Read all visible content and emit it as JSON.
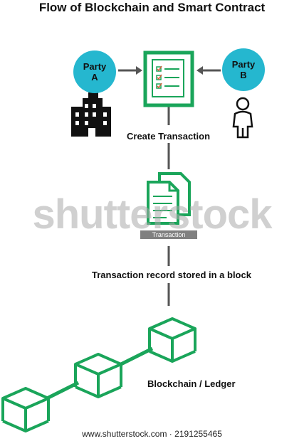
{
  "title": "Flow of Blockchain and Smart Contract",
  "party_a": {
    "line1": "Party",
    "line2": "A",
    "icon": "building-icon"
  },
  "party_b": {
    "line1": "Party",
    "line2": "B",
    "icon": "person-icon"
  },
  "steps": {
    "create": "Create Transaction",
    "stored": "Transaction record stored in a block",
    "ledger": "Blockchain / Ledger"
  },
  "transaction_tag": "Transaction",
  "watermark": "shutterstock",
  "footer": "www.shutterstock.com · 2191255465",
  "colors": {
    "green": "#1aa55a",
    "cyan": "#25b7cf",
    "connector": "#555555",
    "tag": "#808080"
  }
}
